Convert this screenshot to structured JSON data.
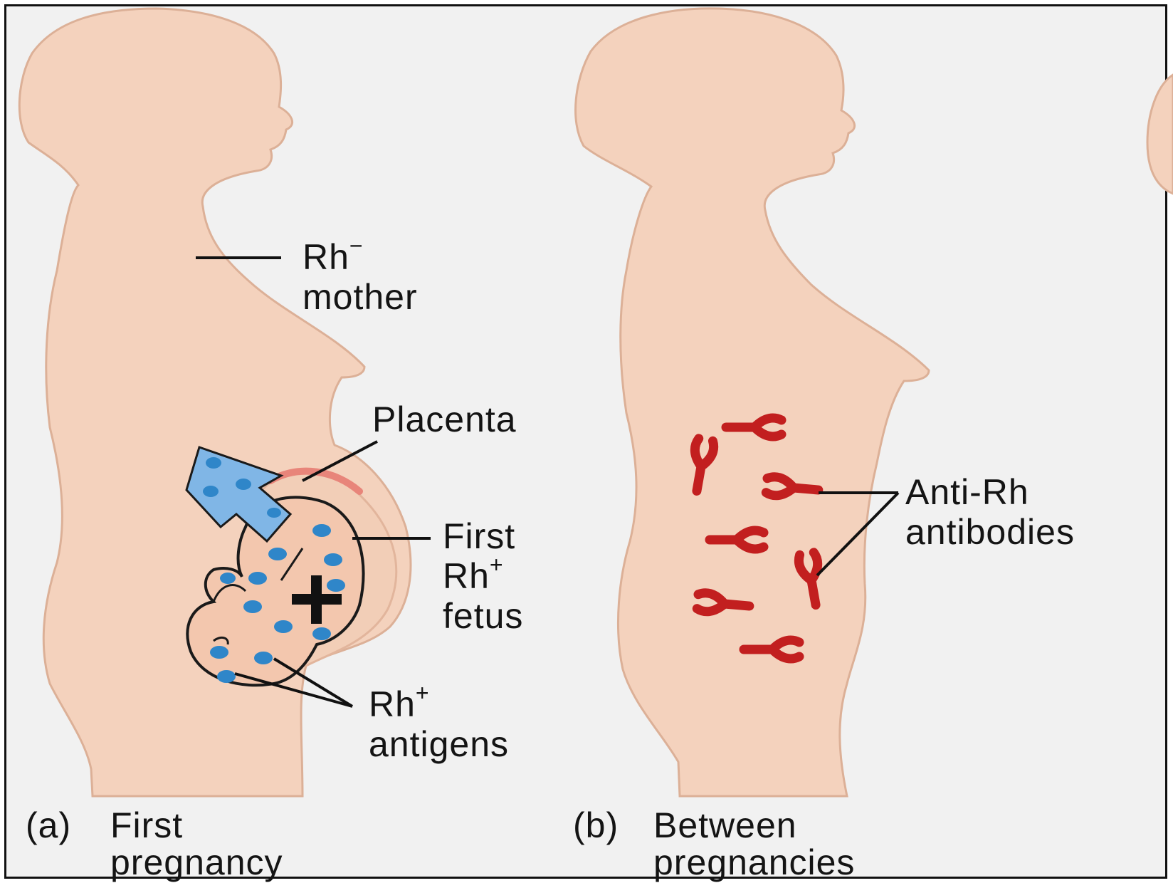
{
  "labels": {
    "rh_sign": "Rh",
    "rh_minus_sup": "−",
    "mother": "mother",
    "placenta": "Placenta",
    "fetus_first": "First",
    "fetus_rh": "Rh",
    "plus_sup": "+",
    "fetus": "fetus",
    "antigens": "antigens",
    "anti_rh": "Anti-Rh",
    "antibodies": "antibodies"
  },
  "captions": {
    "a_letter": "(a)",
    "a_line1": "First",
    "a_line2": "pregnancy",
    "b_letter": "(b)",
    "b_line1": "Between",
    "b_line2": "pregnancies"
  },
  "colors": {
    "skin": "#f4d2bd",
    "skin_outline": "#dcb097",
    "antigen_dot": "#2f86c9",
    "arrow": "#80b6e6",
    "antibody": "#c21f1f",
    "placenta": "#e8857a",
    "background": "#f1f1f1"
  }
}
